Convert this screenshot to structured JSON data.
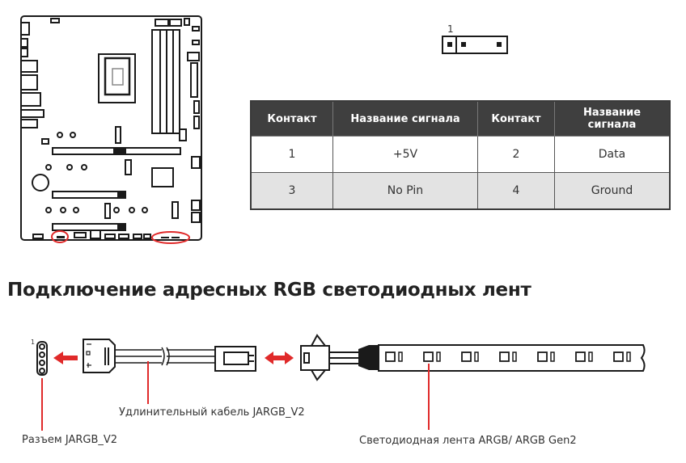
{
  "header_diagram": {
    "pin1_label": "1"
  },
  "pin_table": {
    "headers": [
      "Контакт",
      "Название сигнала",
      "Контакт",
      "Название сигнала"
    ],
    "rows": [
      [
        "1",
        "+5V",
        "2",
        "Data"
      ],
      [
        "3",
        "No Pin",
        "4",
        "Ground"
      ]
    ]
  },
  "section_title": "Подключение адресных RGB светодиодных лент",
  "diagram": {
    "connector_pin1_label": "1",
    "captions": {
      "connector": "Разъем JARGB_V2",
      "extension_cable": "Удлинительный кабель JARGB_V2",
      "led_strip": "Светодиодная лента ARGB/ ARGB Gen2"
    },
    "led_count": 7
  },
  "colors": {
    "accent_red": "#e02a2a",
    "table_header_bg": "#3f3f3f",
    "table_alt_row_bg": "#e3e3e3",
    "line": "#1a1a1a"
  }
}
